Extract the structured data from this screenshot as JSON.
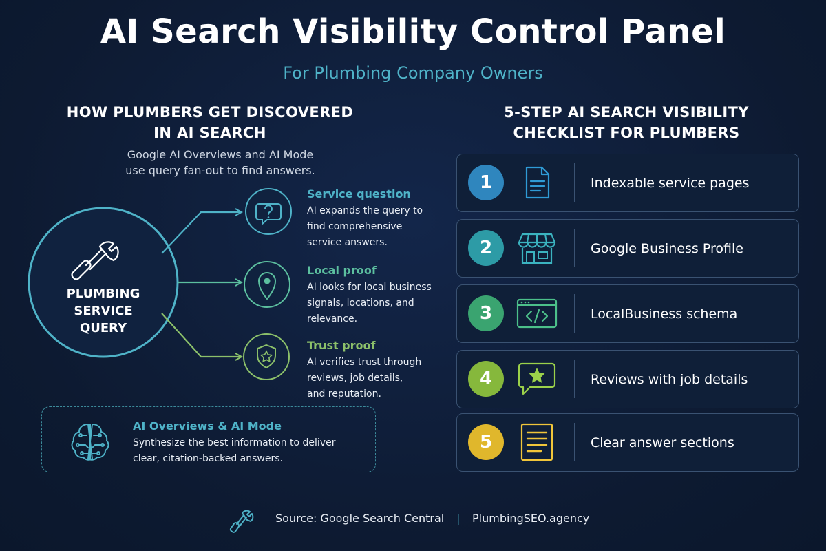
{
  "header": {
    "title": "AI Search Visibility Control Panel",
    "subtitle": "For Plumbing Company Owners"
  },
  "left": {
    "heading_line1": "HOW PLUMBERS GET DISCOVERED",
    "heading_line2": "IN AI SEARCH",
    "intro_line1": "Google AI Overviews and AI Mode",
    "intro_line2": "use query fan-out to find answers.",
    "hub_line1": "PLUMBING",
    "hub_line2": "SERVICE",
    "hub_line3": "QUERY",
    "branches": [
      {
        "title": "Service question",
        "desc1": "AI expands the query to",
        "desc2": "find comprehensive",
        "desc3": "service answers.",
        "color": "#4fb3c8",
        "icon": "question-bubble-icon"
      },
      {
        "title": "Local proof",
        "desc1": "AI looks for local business",
        "desc2": "signals, locations, and",
        "desc3": "relevance.",
        "color": "#5cbf9f",
        "icon": "location-pin-icon"
      },
      {
        "title": "Trust proof",
        "desc1": "AI verifies trust through",
        "desc2": "reviews, job details,",
        "desc3": "and reputation.",
        "color": "#8cc06a",
        "icon": "shield-star-icon"
      }
    ],
    "ai_box": {
      "title": "AI Overviews & AI Mode",
      "desc1": "Synthesize the best information to deliver",
      "desc2": "clear, citation-backed answers."
    }
  },
  "right": {
    "heading_line1": "5-STEP AI SEARCH VISIBILITY",
    "heading_line2": "CHECKLIST FOR PLUMBERS",
    "steps": [
      {
        "num": "1",
        "label": "Indexable service pages",
        "color": "#2f86be",
        "icon": "document-icon"
      },
      {
        "num": "2",
        "label": "Google Business Profile",
        "color": "#2d9ba6",
        "icon": "storefront-icon"
      },
      {
        "num": "3",
        "label": "LocalBusiness schema",
        "color": "#3aa470",
        "icon": "code-window-icon"
      },
      {
        "num": "4",
        "label": "Reviews with job details",
        "color": "#86b83c",
        "icon": "review-star-bubble-icon"
      },
      {
        "num": "5",
        "label": "Clear answer sections",
        "color": "#e0b72c",
        "icon": "text-lines-icon"
      }
    ]
  },
  "footer": {
    "source": "Source: Google Search Central",
    "separator": "|",
    "site": "PlumbingSEO.agency"
  },
  "colors": {
    "background": "#0e1c33",
    "accent_teal": "#4fb3c8",
    "divider": "#3a5272"
  }
}
